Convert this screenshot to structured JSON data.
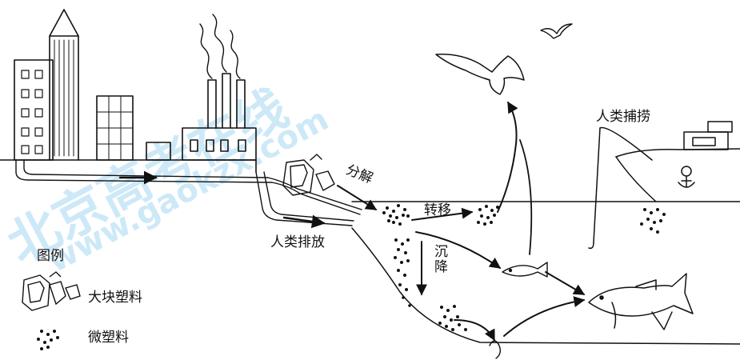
{
  "labels": {
    "decompose": "分解",
    "transfer": "转移",
    "sink": "沉降",
    "human_discharge": "人类排放",
    "human_fishing": "人类捕捞"
  },
  "legend": {
    "title": "图例",
    "large_plastic": "大块塑料",
    "microplastic": "微塑料"
  },
  "watermark": {
    "cn": "北京高考在线",
    "url": "www.gaokzx.com"
  },
  "colors": {
    "ink": "#111111",
    "watermark": "#bfe3f7",
    "paper": "#ffffff"
  }
}
